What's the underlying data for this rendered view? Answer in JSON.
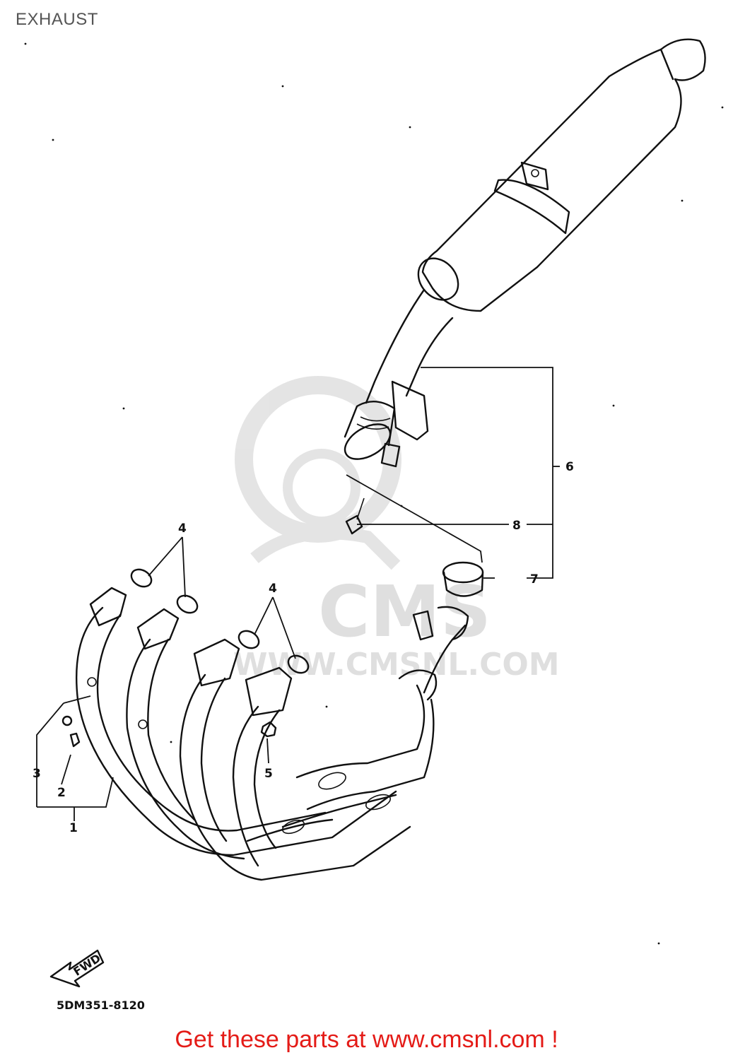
{
  "title": "EXHAUST",
  "diagram_code": "5DM351-8120",
  "fwd_label": "FWD",
  "watermark": {
    "brand": "CMS",
    "url": "WWW.CMSNL.COM"
  },
  "callouts": [
    "1",
    "2",
    "3",
    "4",
    "4",
    "5",
    "6",
    "7",
    "8"
  ],
  "footer": {
    "text": "Get these parts at www.cmsnl.com !"
  },
  "colors": {
    "footer_text": "#e41b17",
    "line_art": "#111111",
    "watermark": "#dcdcdc"
  }
}
